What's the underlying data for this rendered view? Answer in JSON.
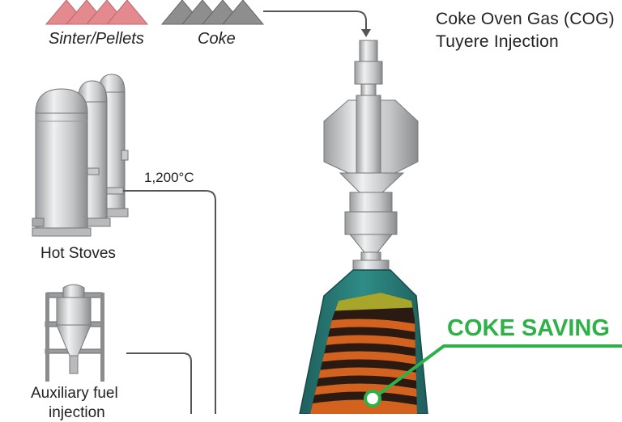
{
  "gas": {
    "line1": "Coke Oven Gas (COG)",
    "line2": "Tuyere Injection"
  },
  "raw_materials": {
    "sinter_label": "Sinter/Pellets",
    "coke_label": "Coke"
  },
  "equipment": {
    "hot_stoves_label": "Hot Stoves",
    "hot_blast_temp": "1,200°C",
    "aux_fuel_line1": "Auxiliary fuel",
    "aux_fuel_line2": "injection"
  },
  "highlight": {
    "coke_saving_label": "COKE SAVING"
  },
  "colors": {
    "sinter": "#e48a8f",
    "coke": "#8e8e8e",
    "steel": "#c8cacc",
    "furnace_shell": "#2a7e7a",
    "burden_orange": "#d2621e",
    "burden_dark": "#2a1a12",
    "top_burden": "#a8a62a",
    "accent_green": "#2fb14a"
  }
}
